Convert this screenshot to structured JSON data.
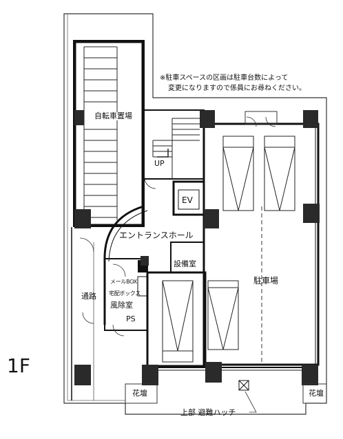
{
  "floor_label": "1F",
  "note": {
    "line1": "※駐車スペースの区画は駐車台数によって",
    "line2": "変更になりますので係員にお尋ねください。"
  },
  "rooms": {
    "bicycle_parking": "自転車置場",
    "up": "UP",
    "ev": "EV",
    "entrance_hall": "エントランスホール",
    "equipment_room": "設備室",
    "parking": "駐車場",
    "mailbox": "メールBOX",
    "delivery_box": "宅配ボックス",
    "windbreak_room": "風除室",
    "passage": "通路",
    "ps": "PS",
    "flowerbed_left": "花壇",
    "flowerbed_right": "花壇"
  },
  "hatch_label": "上部 避難ハッチ"
}
